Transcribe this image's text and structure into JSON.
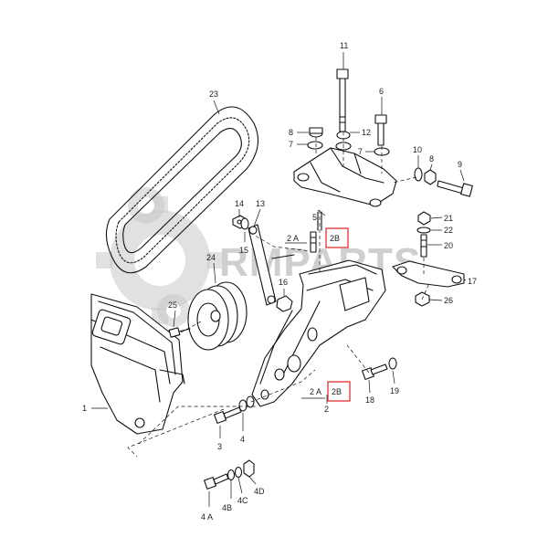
{
  "watermark": {
    "text": "RMPARTS",
    "color": "#c9c9c9"
  },
  "highlight_color": "#e02020",
  "callouts": {
    "p1": "1",
    "p2": "2",
    "p2a_upper": "2 A",
    "p2b_upper": "2B",
    "p2a_lower": "2 A",
    "p2b_lower": "2B",
    "p3": "3",
    "p4": "4",
    "p4a": "4 A",
    "p4b": "4B",
    "p4c": "4C",
    "p4d": "4D",
    "p5": "5",
    "p6": "6",
    "p7a": "7",
    "p7b": "7",
    "p8a": "8",
    "p8b": "8",
    "p9": "9",
    "p10": "10",
    "p11": "11",
    "p12": "12",
    "p13": "13",
    "p14": "14",
    "p15": "15",
    "p16": "16",
    "p17": "17",
    "p18": "18",
    "p19": "19",
    "p20": "20",
    "p21": "21",
    "p22": "22",
    "p23": "23",
    "p24": "24",
    "p25": "25",
    "p26": "26"
  }
}
